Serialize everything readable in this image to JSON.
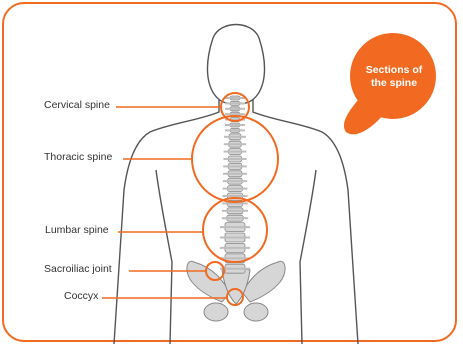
{
  "callout": {
    "line1": "Sections of",
    "line2": "the spine"
  },
  "labels": {
    "cervical": "Cervical spine",
    "thoracic": "Thoracic spine",
    "lumbar": "Lumbar spine",
    "sacroiliac": "Sacroiliac joint",
    "coccyx": "Coccyx"
  },
  "colors": {
    "accent": "#f26a21",
    "outline": "#555555",
    "bone": "#d6d6d6"
  }
}
